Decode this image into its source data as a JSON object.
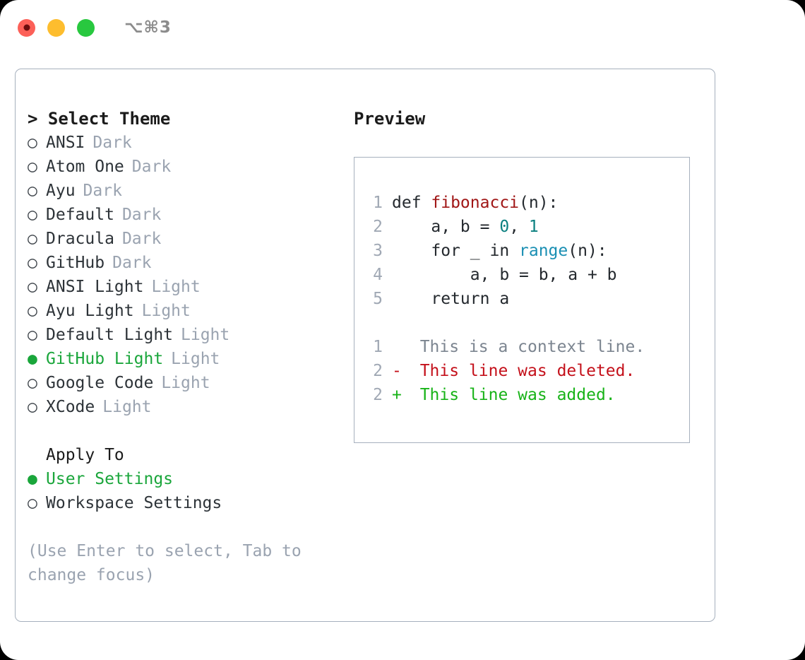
{
  "window": {
    "shortcut": "⌥⌘3",
    "traffic_lights": [
      {
        "name": "close",
        "color": "#fc6058"
      },
      {
        "name": "minimize",
        "color": "#fdbd2e"
      },
      {
        "name": "maximize",
        "color": "#28c83f"
      }
    ]
  },
  "theme_picker": {
    "header": "> Select Theme",
    "bullet_off": "○",
    "bullet_on": "●",
    "items": [
      {
        "label": "ANSI",
        "category": "Dark",
        "selected": false
      },
      {
        "label": "Atom One",
        "category": "Dark",
        "selected": false
      },
      {
        "label": "Ayu",
        "category": "Dark",
        "selected": false
      },
      {
        "label": "Default",
        "category": "Dark",
        "selected": false
      },
      {
        "label": "Dracula",
        "category": "Dark",
        "selected": false
      },
      {
        "label": "GitHub",
        "category": "Dark",
        "selected": false
      },
      {
        "label": "ANSI Light",
        "category": "Light",
        "selected": false
      },
      {
        "label": "Ayu Light",
        "category": "Light",
        "selected": false
      },
      {
        "label": "Default Light",
        "category": "Light",
        "selected": false
      },
      {
        "label": "GitHub Light",
        "category": "Light",
        "selected": true
      },
      {
        "label": "Google Code",
        "category": "Light",
        "selected": false
      },
      {
        "label": "XCode",
        "category": "Light",
        "selected": false
      }
    ]
  },
  "apply_to": {
    "header": "Apply To",
    "items": [
      {
        "label": "User Settings",
        "selected": true
      },
      {
        "label": "Workspace Settings",
        "selected": false
      }
    ]
  },
  "hint": "(Use Enter to select, Tab to change focus)",
  "preview": {
    "header": "Preview",
    "code_lines": [
      {
        "num": "1",
        "tokens": [
          {
            "text": "def ",
            "kind": "kw"
          },
          {
            "text": "fibonacci",
            "kind": "fn"
          },
          {
            "text": "(n):",
            "kind": "plain"
          }
        ]
      },
      {
        "num": "2",
        "tokens": [
          {
            "text": "    a, b = ",
            "kind": "plain"
          },
          {
            "text": "0",
            "kind": "num"
          },
          {
            "text": ", ",
            "kind": "plain"
          },
          {
            "text": "1",
            "kind": "num"
          }
        ]
      },
      {
        "num": "3",
        "tokens": [
          {
            "text": "    for _ in ",
            "kind": "plain"
          },
          {
            "text": "range",
            "kind": "builtin"
          },
          {
            "text": "(n):",
            "kind": "plain"
          }
        ]
      },
      {
        "num": "4",
        "tokens": [
          {
            "text": "        a, b = b, a + b",
            "kind": "plain"
          }
        ]
      },
      {
        "num": "5",
        "tokens": [
          {
            "text": "    return a",
            "kind": "plain"
          }
        ]
      }
    ],
    "diff_lines": [
      {
        "num": "1",
        "marker": " ",
        "text": "This is a context line.",
        "kind": "ctx"
      },
      {
        "num": "2",
        "marker": "-",
        "text": "This line was deleted.",
        "kind": "del"
      },
      {
        "num": "2",
        "marker": "+",
        "text": "This line was added.",
        "kind": "add"
      }
    ]
  },
  "colors": {
    "accent_green": "#1aa63b",
    "muted": "#9aa3b0",
    "border": "#a6b0bd",
    "fn_red": "#a01616",
    "number_teal": "#0b8080",
    "builtin_blue": "#1a8fb3",
    "diff_delete": "#c4111b",
    "diff_add": "#18b318",
    "diff_context": "#7c8590"
  }
}
